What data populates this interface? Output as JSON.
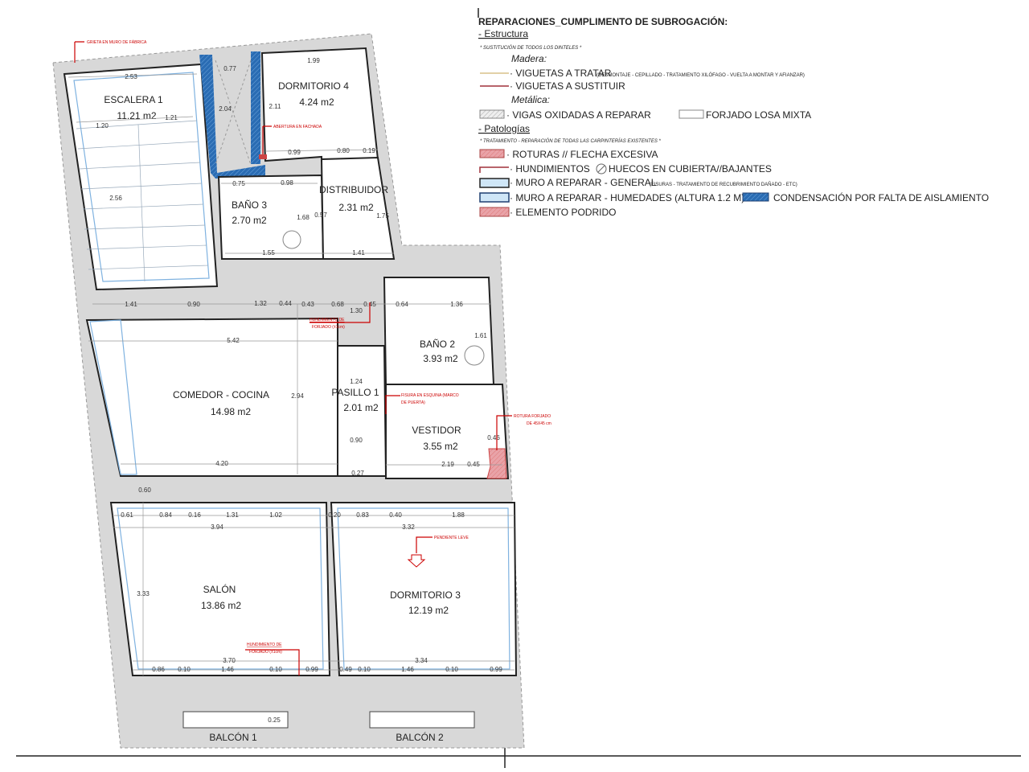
{
  "legend": {
    "title": "REPARACIONES_CUMPLIMENTO DE SUBROGACIÓN:",
    "estructura": "- Estructura",
    "estructura_note": "* SUSTITUCIÓN DE TODOS LOS DINTELES *",
    "madera": "Madera:",
    "viguetas_tratar": "· VIGUETAS A TRATAR",
    "viguetas_tratar_note": "(DESMONTAJE - CEPILLADO - TRATAMIENTO XILÓFAGO - VUELTA A MONTAR Y AFIANZAR)",
    "viguetas_sustituir": "· VIGUETAS A SUSTITUIR",
    "metalica": "Metálica:",
    "vigas_oxidadas": "· VIGAS OXIDADAS A REPARAR",
    "forjado_losa": "FORJADO LOSA MIXTA",
    "patologias": "- Patologías",
    "patologias_note": "* TRATAMIENTO - REPARACIÓN DE TODAS LAS CARPINTERÍAS EXISTENTES *",
    "roturas": "· ROTURAS // FLECHA EXCESIVA",
    "hundimientos": "· HUNDIMIENTOS",
    "huecos": "HUECOS EN CUBIERTA//BAJANTES",
    "muro_general": "· MURO A REPARAR - GENERAL",
    "muro_general_note": "(FISURAS - TRATAMIENTO DE RECUBRIMIENTO DAÑADO - ETC)",
    "muro_humedades": "· MURO A REPARAR - HUMEDADES  (ALTURA 1.2 M)",
    "condensacion": "CONDENSACIÓN POR FALTA DE AISLAMIENTO",
    "podrido": "· ELEMENTO  PODRIDO",
    "colors": {
      "tratar": "#d9c08a",
      "sustituir": "#a0303a",
      "roturas": "#e8a0a8",
      "humedad": "#1f5fa8",
      "muro": "#cfe6f7"
    }
  },
  "rooms": {
    "escalera": {
      "name": "ESCALERA 1",
      "area": "11.21 m2"
    },
    "dormitorio4": {
      "name": "DORMITORIO 4",
      "area": "4.24 m2"
    },
    "bano3": {
      "name": "BAÑO 3",
      "area": "2.70 m2"
    },
    "distribuidor": {
      "name": "DISTRIBUIDOR",
      "area": "2.31 m2"
    },
    "comedor": {
      "name": "COMEDOR - COCINA",
      "area": "14.98 m2"
    },
    "pasillo": {
      "name": "PASILLO 1",
      "area": "2.01 m2"
    },
    "bano2": {
      "name": "BAÑO 2",
      "area": "3.93 m2"
    },
    "vestidor": {
      "name": "VESTIDOR",
      "area": "3.55 m2"
    },
    "salon": {
      "name": "SALÓN",
      "area": "13.86 m2"
    },
    "dormitorio3": {
      "name": "DORMITORIO 3",
      "area": "12.19 m2"
    },
    "balcon1": {
      "name": "BALCÓN 1"
    },
    "balcon2": {
      "name": "BALCÓN 2"
    }
  },
  "annotations": {
    "grieta": "GRIETA EN MURO DE FÁBRICA",
    "abertura": "ABERTURA EN FACHADA",
    "hundimiento1_a": "HUNDIMIENTO DE",
    "hundimiento1_b": "FORJADO (±1cm)",
    "fisura_a": "FISURA EN ESQUINA (MARCO",
    "fisura_b": "DE PUERTA)",
    "rotura_a": "ROTURA FORJADO",
    "rotura_b": "DE 45X45 cm",
    "pendiente": "PENDIENTE LEVE",
    "hundimiento2_a": "HUNDIMIENTO DE",
    "hundimiento2_b": "FORJADO (±1cm)"
  },
  "dims": [
    "1.99",
    "2.53",
    "0.77",
    "2.04",
    "2.11",
    "1.20",
    "1.21",
    "2.56",
    "0.99",
    "0.80",
    "0.19",
    "0.75",
    "0.98",
    "1.68",
    "0.57",
    "1.75",
    "1.55",
    "1.41",
    "1.41",
    "0.90",
    "1.32",
    "0.44",
    "0.43",
    "0.68",
    "0.45",
    "1.30",
    "0.64",
    "1.36",
    "1.61",
    "5.42",
    "2.94",
    "1.24",
    "0.90",
    "4.20",
    "0.27",
    "2.19",
    "0.45",
    "0.46",
    "0.60",
    "0.61",
    "0.84",
    "0.16",
    "1.31",
    "1.02",
    "0.20",
    "0.83",
    "0.40",
    "1.88",
    "3.94",
    "3.32",
    "3.33",
    "3.70",
    "3.34",
    "0.86",
    "0.10",
    "1.46",
    "0.10",
    "0.99",
    "0.49",
    "0.10",
    "1.46",
    "0.10",
    "0.99",
    "0.25"
  ]
}
